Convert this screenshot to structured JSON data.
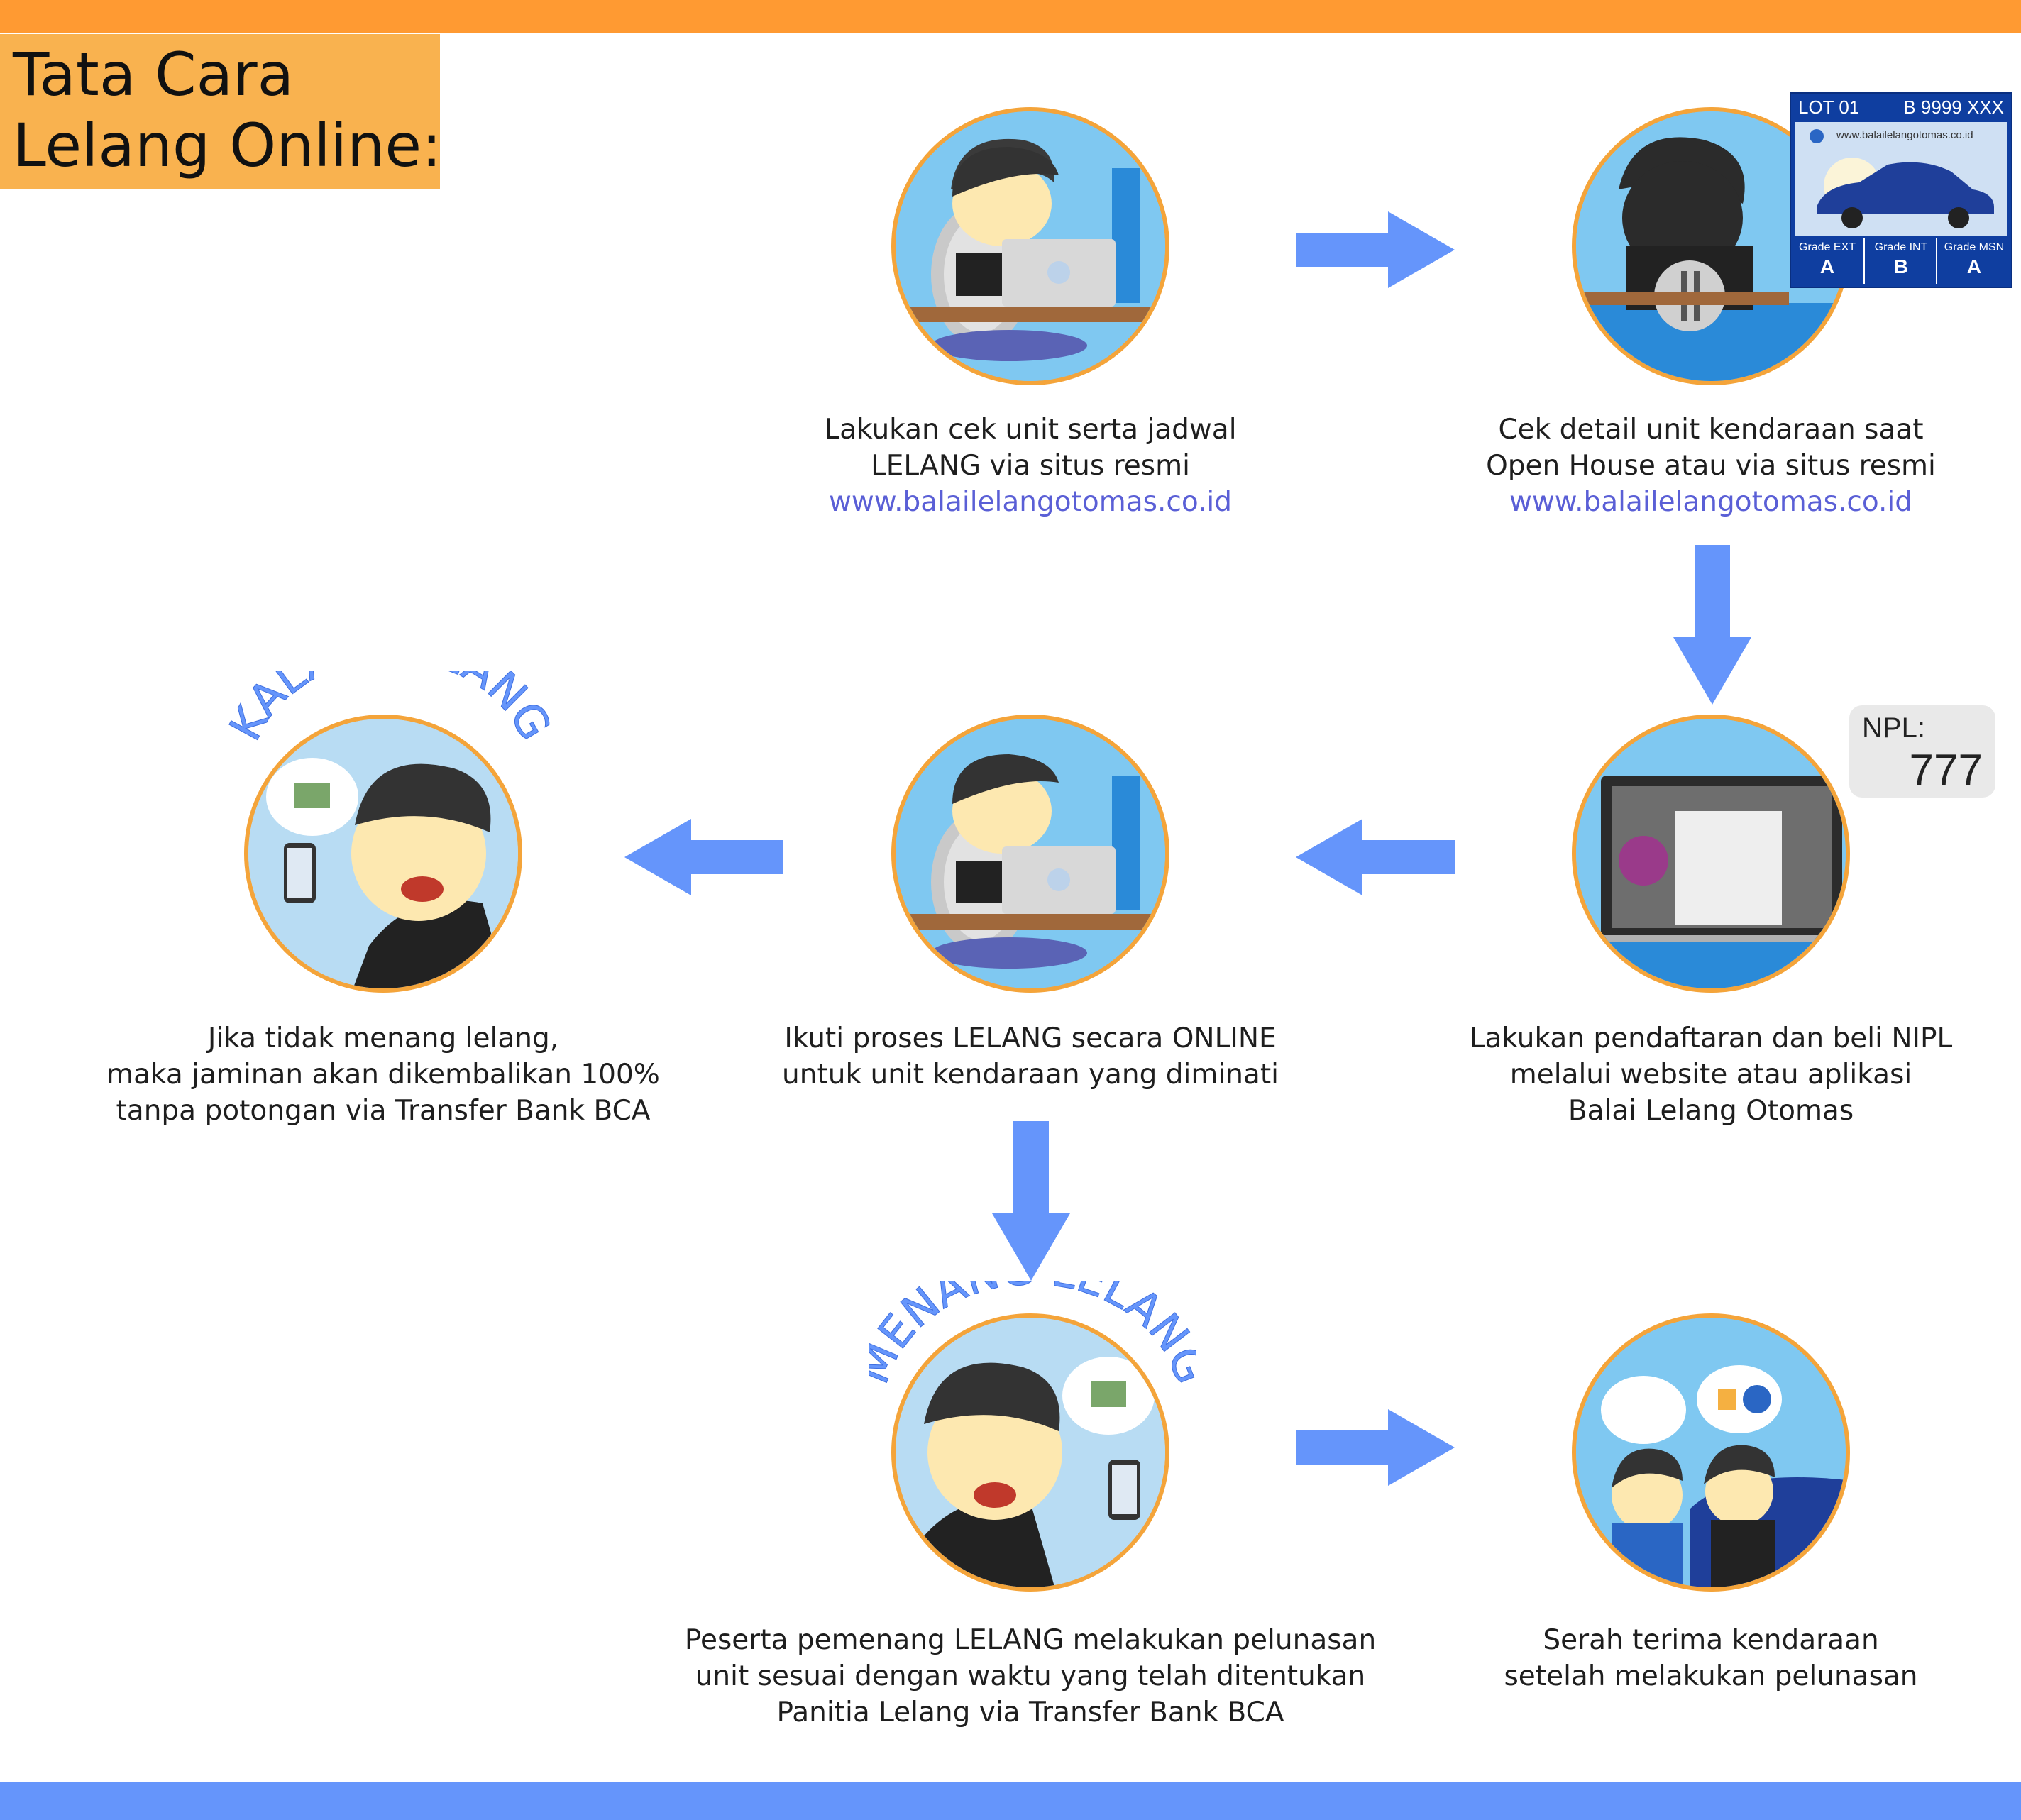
{
  "title": {
    "line1": "Tata Cara",
    "line2": "Lelang Online:"
  },
  "steps": [
    {
      "line1": "Lakukan cek unit serta jadwal",
      "line2": "LELANG via situs resmi",
      "url": "www.balailelangotomas.co.id"
    },
    {
      "line1": "Cek detail unit kendaraan saat",
      "line2": "Open House atau via situs resmi",
      "url": "www.balailelangotomas.co.id"
    },
    {
      "line1": "Lakukan pendaftaran dan beli NIPL",
      "line2": "melalui website atau aplikasi",
      "line3": "Balai Lelang Otomas"
    },
    {
      "line1": "Ikuti proses LELANG secara ONLINE",
      "line2": "untuk unit kendaraan yang diminati"
    },
    {
      "line1": "Jika tidak menang lelang,",
      "line2": "maka jaminan akan dikembalikan 100%",
      "line3": "tanpa potongan via Transfer Bank BCA"
    },
    {
      "line1": "Peserta pemenang LELANG melakukan pelunasan",
      "line2": "unit sesuai dengan waktu yang telah ditentukan",
      "line3": "Panitia Lelang via Transfer Bank BCA"
    },
    {
      "line1": "Serah terima kendaraan",
      "line2": "setelah melakukan pelunasan"
    }
  ],
  "stamps": {
    "lose": "KALAH LELANG",
    "win": "MENANG LELANG"
  },
  "lot_card": {
    "lot": "LOT 01",
    "plate": "B 9999 XXX",
    "site": "www.balailelangotomas.co.id",
    "grades": [
      {
        "label": "Grade EXT",
        "value": "A"
      },
      {
        "label": "Grade INT",
        "value": "B"
      },
      {
        "label": "Grade MSN",
        "value": "A"
      }
    ]
  },
  "npl": {
    "label": "NPL:",
    "value": "777"
  },
  "colors": {
    "accent_orange": "#ff9a32",
    "title_bg": "#f9b24f",
    "arrow_blue": "#6595fb",
    "url_purple": "#5a5fd6",
    "circle_ring": "#f4a43a"
  }
}
